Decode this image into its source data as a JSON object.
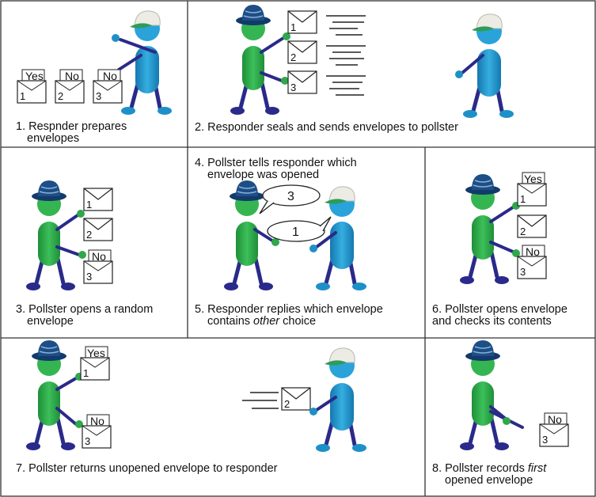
{
  "panels": {
    "p1": {
      "caption_lines": [
        "1. Respnder prepares",
        "envelopes"
      ],
      "envelopes": [
        {
          "num": "1",
          "card": "Yes"
        },
        {
          "num": "2",
          "card": "No"
        },
        {
          "num": "3",
          "card": "No"
        }
      ]
    },
    "p2": {
      "caption_lines": [
        "2. Responder seals and sends envelopes to pollster"
      ],
      "envelopes": [
        {
          "num": "1"
        },
        {
          "num": "2"
        },
        {
          "num": "3"
        }
      ]
    },
    "p3": {
      "caption_lines": [
        "3. Pollster opens a random",
        "envelope"
      ],
      "envelopes": [
        {
          "num": "1"
        },
        {
          "num": "2"
        },
        {
          "num": "3",
          "card": "No"
        }
      ]
    },
    "p45": {
      "caption_top_lines": [
        "4. Pollster tells responder which",
        "envelope was opened"
      ],
      "caption_bottom": {
        "prefix": "5. Responder replies which envelope",
        "line2_prefix": "contains ",
        "line2_emph": "other",
        "line2_suffix": " choice"
      },
      "bubble_pollster": "3",
      "bubble_responder": "1"
    },
    "p6": {
      "caption_lines": [
        "6. Pollster opens envelope",
        "and checks its contents"
      ],
      "envelopes": [
        {
          "num": "1",
          "card": "Yes"
        },
        {
          "num": "2"
        },
        {
          "num": "3",
          "card": "No"
        }
      ]
    },
    "p7": {
      "caption_lines": [
        "7. Pollster returns unopened envelope to responder"
      ],
      "envelopes": [
        {
          "num": "1",
          "card": "Yes"
        },
        {
          "num": "3",
          "card": "No"
        },
        {
          "num": "2"
        }
      ]
    },
    "p8": {
      "caption": {
        "line1_prefix": "8. Pollster records ",
        "line1_emph": "first",
        "line2": "opened envelope"
      },
      "envelopes": [
        {
          "num": "3",
          "card": "No"
        }
      ]
    }
  },
  "colors": {
    "pollster_body": "#2fa84a",
    "responder_body": "#1e90c8",
    "limbs": "#2a2a8a",
    "hat_pollster": "#1d4e86",
    "cap_responder": "#e8e8e0",
    "cap_visor": "#2f9b57"
  }
}
